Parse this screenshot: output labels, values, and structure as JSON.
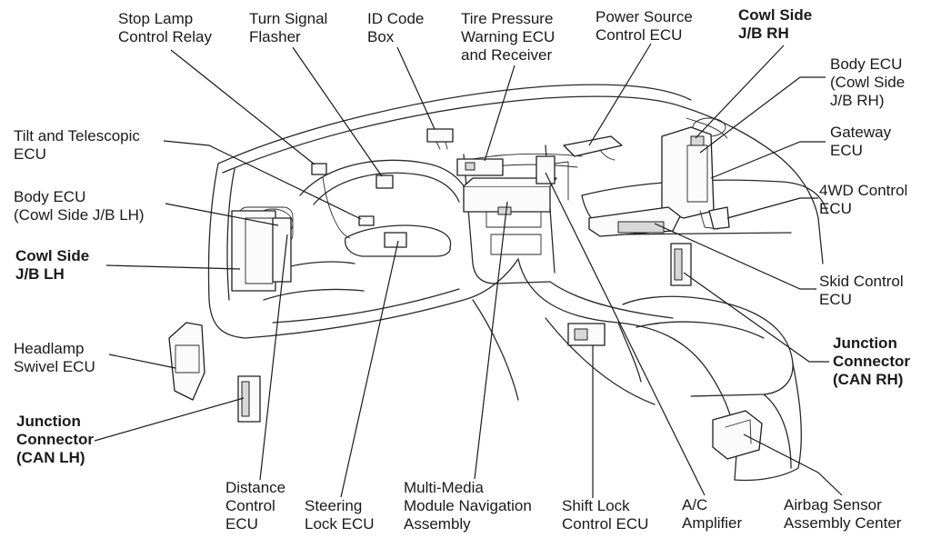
{
  "labels": [
    {
      "id": "stop-lamp-control-relay",
      "lines": [
        "Stop Lamp",
        "Control Relay"
      ],
      "bold": false
    },
    {
      "id": "turn-signal-flasher",
      "lines": [
        "Turn Signal",
        "Flasher"
      ],
      "bold": false
    },
    {
      "id": "id-code-box",
      "lines": [
        "ID Code",
        "Box"
      ],
      "bold": false
    },
    {
      "id": "tire-pressure-warning-ecu",
      "lines": [
        "Tire Pressure",
        "Warning ECU",
        "and Receiver"
      ],
      "bold": false
    },
    {
      "id": "power-source-control-ecu",
      "lines": [
        "Power Source",
        "Control ECU"
      ],
      "bold": false
    },
    {
      "id": "cowl-side-jb-rh",
      "lines": [
        "Cowl Side",
        "J/B RH"
      ],
      "bold": true
    },
    {
      "id": "body-ecu-cowl-side-jb-rh",
      "lines": [
        "Body ECU",
        "(Cowl Side",
        "J/B RH)"
      ],
      "bold": false
    },
    {
      "id": "gateway-ecu",
      "lines": [
        "Gateway",
        "ECU"
      ],
      "bold": false
    },
    {
      "id": "4wd-control-ecu",
      "lines": [
        "4WD Control",
        "ECU"
      ],
      "bold": false
    },
    {
      "id": "tilt-and-telescopic-ecu",
      "lines": [
        "Tilt and Telescopic",
        "ECU"
      ],
      "bold": false
    },
    {
      "id": "body-ecu-cowl-side-jb-lh",
      "lines": [
        "Body ECU",
        "(Cowl Side J/B LH)"
      ],
      "bold": false
    },
    {
      "id": "cowl-side-jb-lh",
      "lines": [
        "Cowl Side",
        "J/B LH"
      ],
      "bold": true
    },
    {
      "id": "skid-control-ecu",
      "lines": [
        "Skid Control",
        "ECU"
      ],
      "bold": false
    },
    {
      "id": "junction-connector-can-rh",
      "lines": [
        "Junction",
        "Connector",
        "(CAN RH)"
      ],
      "bold": true
    },
    {
      "id": "headlamp-swivel-ecu",
      "lines": [
        "Headlamp",
        "Swivel ECU"
      ],
      "bold": false
    },
    {
      "id": "junction-connector-can-lh",
      "lines": [
        "Junction",
        "Connector",
        "(CAN LH)"
      ],
      "bold": true
    },
    {
      "id": "distance-control-ecu",
      "lines": [
        "Distance",
        "Control",
        "ECU"
      ],
      "bold": false
    },
    {
      "id": "steering-lock-ecu",
      "lines": [
        "Steering",
        "Lock ECU"
      ],
      "bold": false
    },
    {
      "id": "multi-media-module-navigation-assembly",
      "lines": [
        "Multi-Media",
        "Module Navigation",
        "Assembly"
      ],
      "bold": false
    },
    {
      "id": "shift-lock-control-ecu",
      "lines": [
        "Shift Lock",
        "Control ECU"
      ],
      "bold": false
    },
    {
      "id": "ac-amplifier",
      "lines": [
        "A/C",
        "Amplifier"
      ],
      "bold": false
    },
    {
      "id": "airbag-sensor-assembly-center",
      "lines": [
        "Airbag Sensor",
        "Assembly Center"
      ],
      "bold": false
    }
  ]
}
